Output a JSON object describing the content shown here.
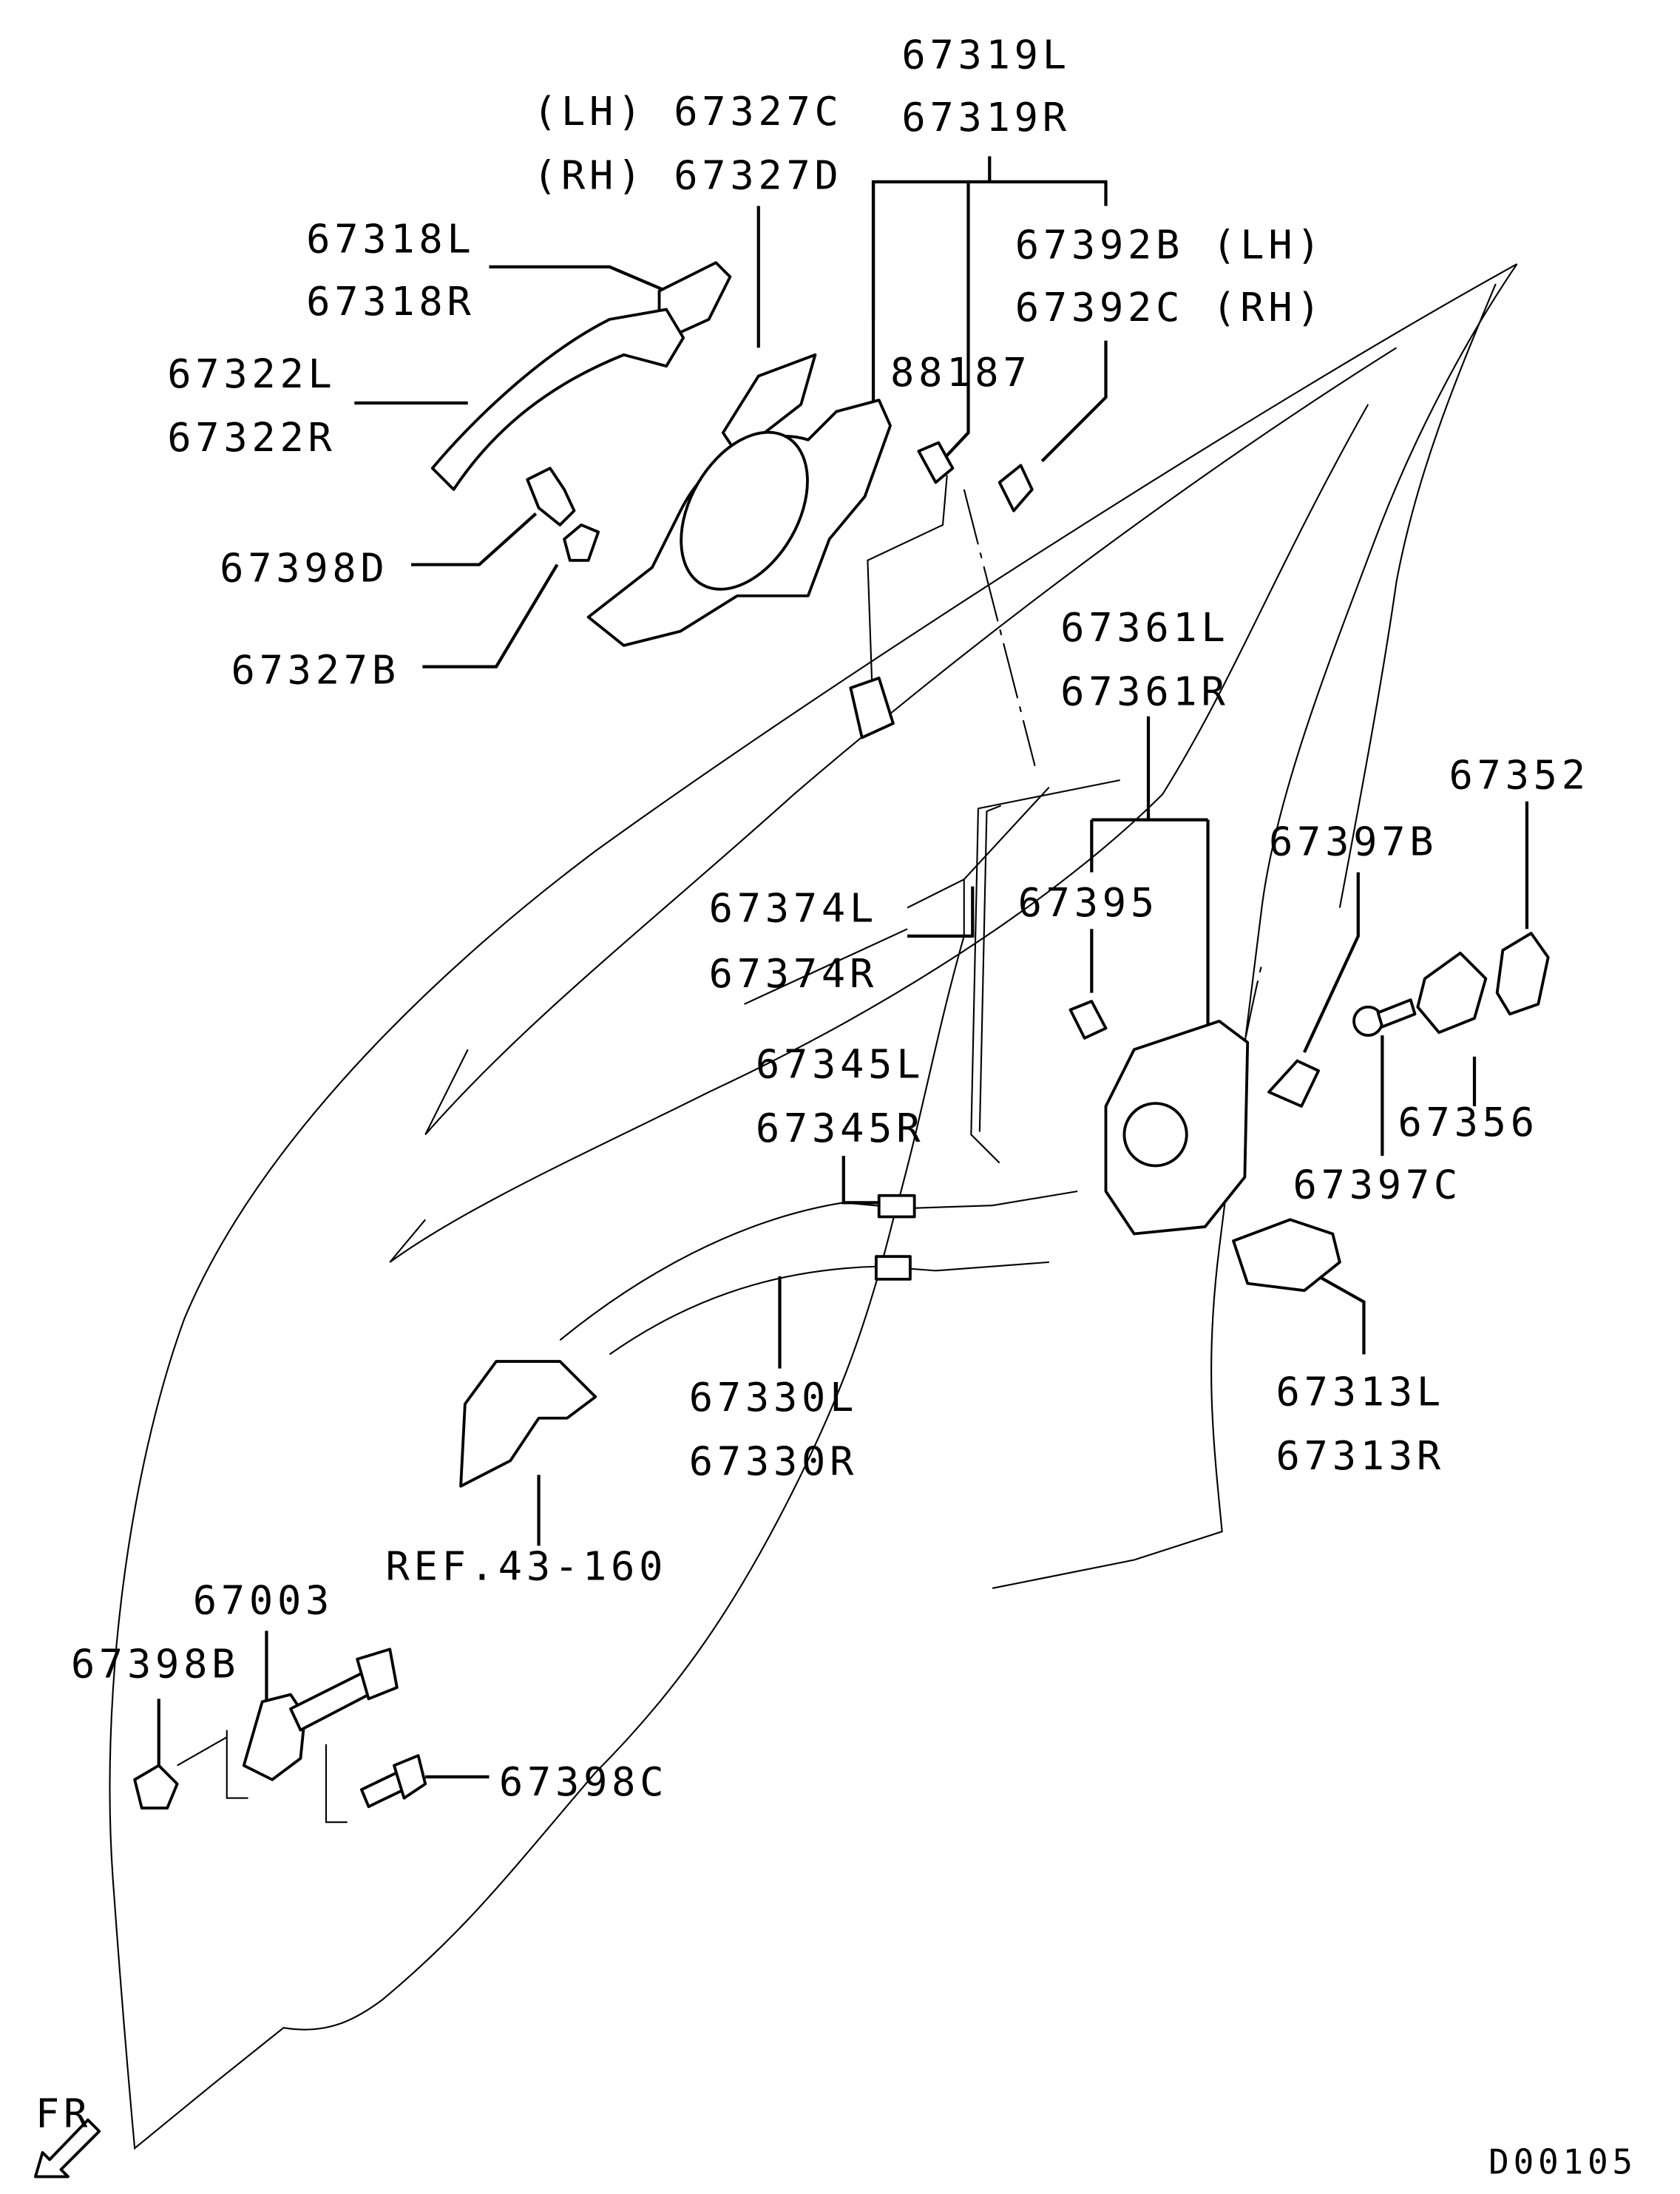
{
  "diagram": {
    "part_labels": [
      "67319L",
      "67319R",
      "(LH) 67327C",
      "(RH) 67327D",
      "67392B (LH)",
      "67392C (RH)",
      "67318L",
      "67318R",
      "67322L",
      "67322R",
      "88187",
      "67398D",
      "67327B",
      "67361L",
      "67361R",
      "67352",
      "67397B",
      "67395",
      "67374L",
      "67374R",
      "67345L",
      "67345R",
      "67356",
      "67397C",
      "67313L",
      "67313R",
      "67330L",
      "67330R",
      "REF.43-160",
      "67003",
      "67398B",
      "67398C"
    ],
    "direction_label": "FR",
    "diagram_code": "D00105"
  }
}
